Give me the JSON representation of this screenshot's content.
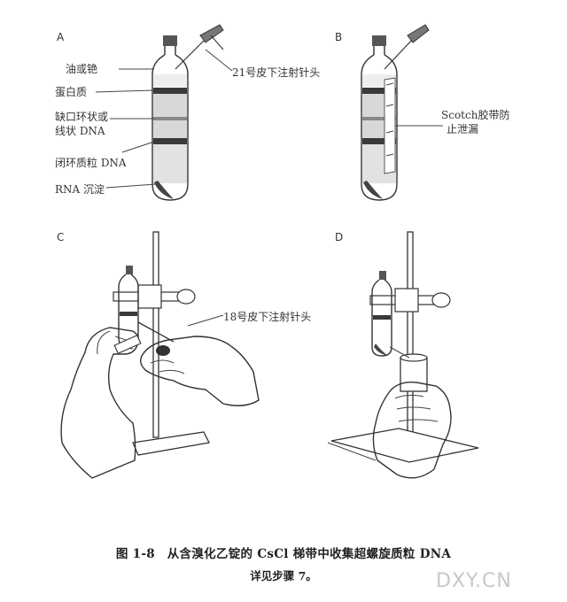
{
  "panels": {
    "a": "A",
    "b": "B",
    "c": "C",
    "d": "D"
  },
  "labels": {
    "oil": "油或铯",
    "protein": "蛋白质",
    "nicked_line1": "缺口环状或",
    "nicked_line2": "线状 DNA",
    "closed_plasmid": "闭环质粒 DNA",
    "rna": "RNA 沉淀",
    "needle21": "21号皮下注射针头",
    "scotch_line1": "Scotch胶带防",
    "scotch_line2": "止泄漏",
    "needle18": "18号皮下注射针头"
  },
  "caption": {
    "title": "图 1-8　从含溴化乙锭的 CsCl 梯带中收集超螺旋质粒 DNA",
    "sub": "详见步骤 7。"
  },
  "watermark": "DXY.CN"
}
